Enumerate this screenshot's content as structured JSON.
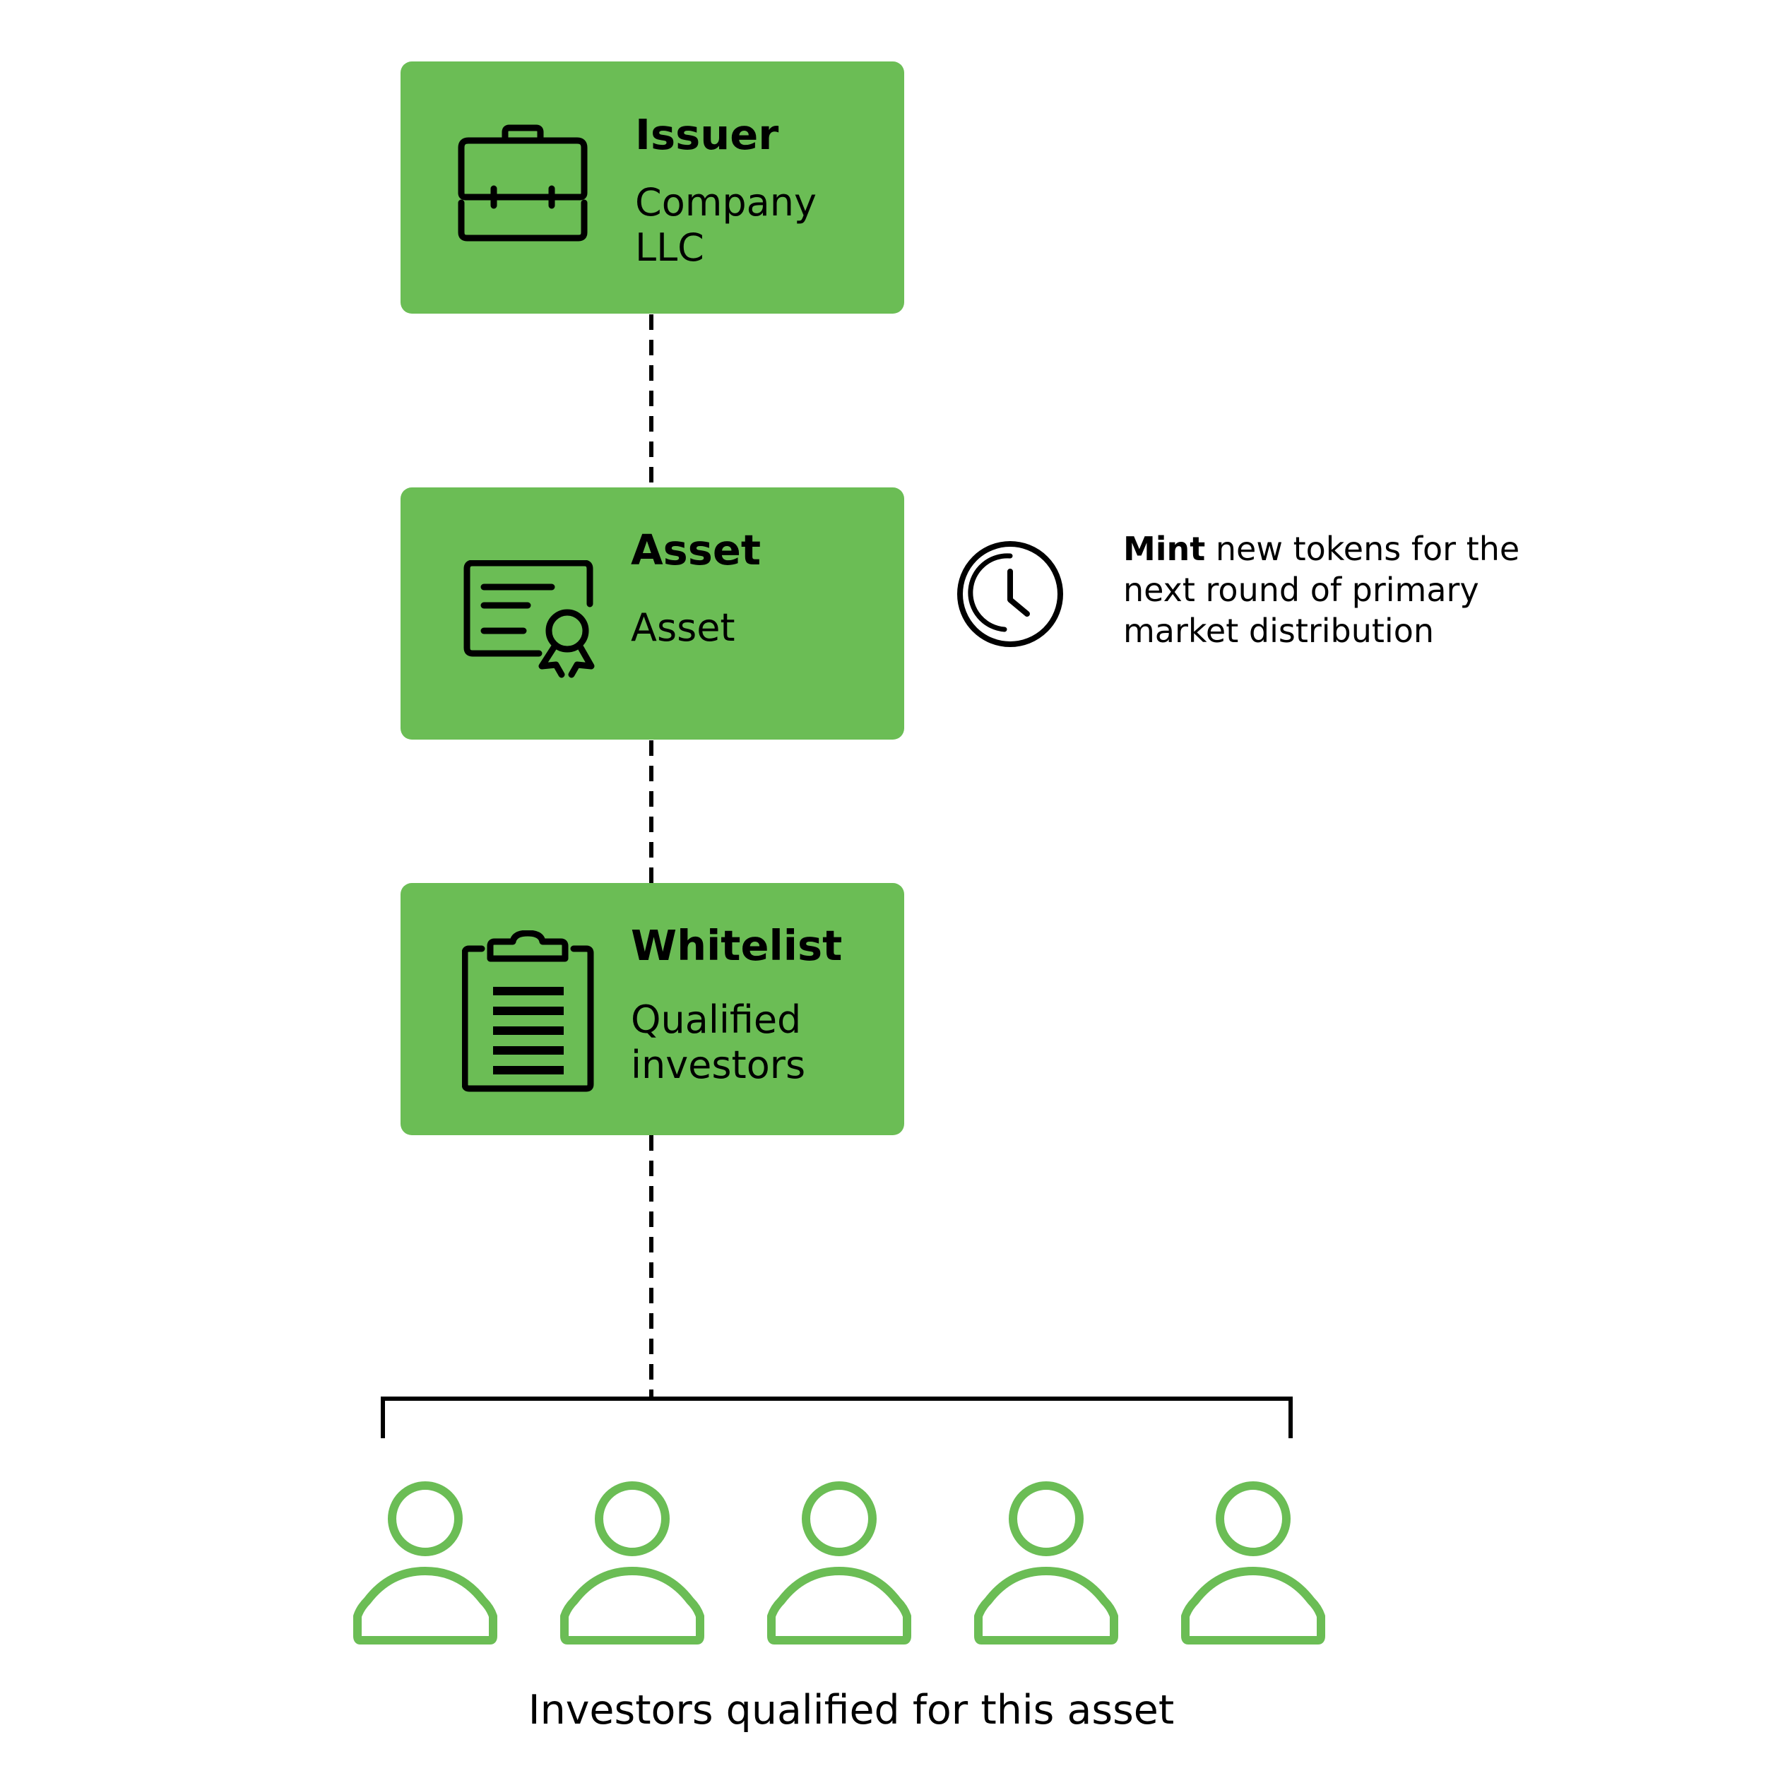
{
  "colors": {
    "box_fill": "#6bbd55",
    "person_stroke": "#6bbd55",
    "line": "#000000"
  },
  "issuer": {
    "title": "Issuer",
    "subtitle": "Company LLC",
    "icon": "briefcase-icon"
  },
  "asset": {
    "title": "Asset",
    "subtitle": "Asset",
    "icon": "certificate-icon"
  },
  "whitelist": {
    "title": "Whitelist",
    "subtitle": "Qualified investors",
    "icon": "clipboard-icon"
  },
  "mint_note": {
    "bold": "Mint",
    "rest": " new tokens for the next round of primary market distribution",
    "icon": "clock-icon"
  },
  "investors": {
    "count": 5,
    "icon": "person-icon",
    "caption": "Investors qualified for this asset"
  }
}
